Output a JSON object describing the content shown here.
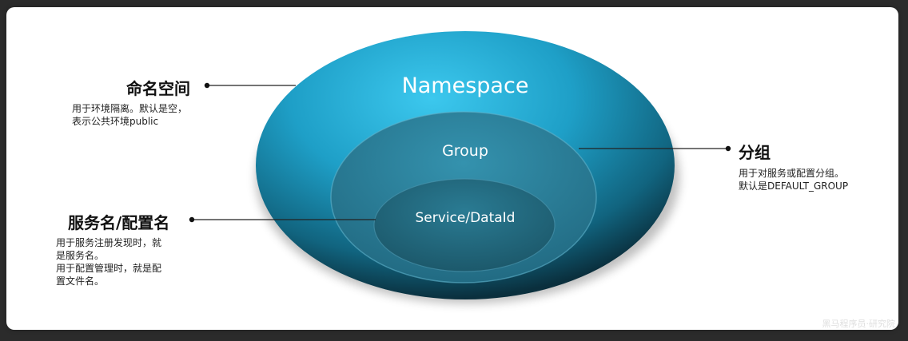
{
  "diagram": {
    "rings": {
      "namespace": "Namespace",
      "group": "Group",
      "service": "Service/DataId"
    },
    "namespace_label": {
      "title": "命名空间",
      "desc": "用于环境隔离。默认是空，\n表示公共环境public"
    },
    "group_label": {
      "title": "分组",
      "desc": "用于对服务或配置分组。\n默认是DEFAULT_GROUP"
    },
    "service_label": {
      "title": "服务名/配置名",
      "desc": "用于服务注册发现时，就\n是服务名。\n用于配置管理时，就是配\n置文件名。"
    },
    "watermark": "黑马程序员·研究院",
    "colors": {
      "outer_ring": "#1f8db2",
      "middle_ring": "#2a7f9a",
      "inner_ring": "#22677d"
    }
  }
}
